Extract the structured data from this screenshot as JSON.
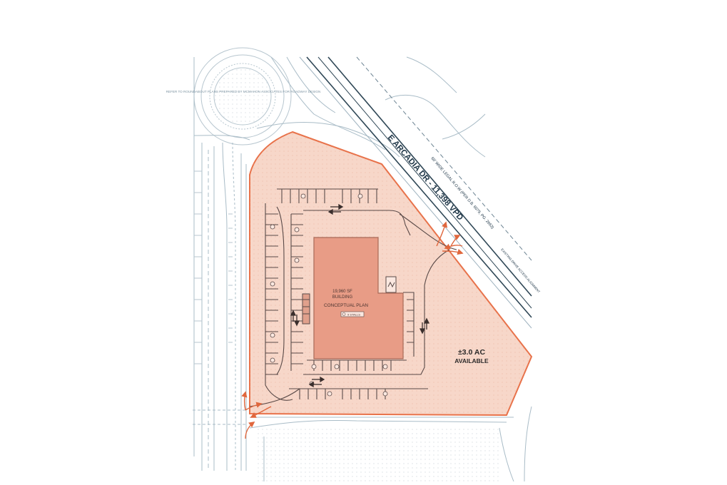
{
  "labels": {
    "road_name": "E ARCADIA DR - 11,398 VPD",
    "row_note": "60' WIDE LEGAL R.O.W (PER D.B. 6079, PG. 2663)",
    "offsite_note": "REFER TO ROUNDABOUT PLANS PREPARED BY MCMAHON ASSOCIATES FOR ROADWAY DESIGN",
    "side_note": "EXISTING DRIVE ACCESS ALIGNMENT",
    "building_size": "19,960 SF",
    "building_word": "BUILDING",
    "building_plan": "CONCEPTUAL PLAN",
    "stalls": "9 STALLS",
    "acreage": "±3.0 AC",
    "availability": "AVAILABLE"
  },
  "colors": {
    "site_fill": "#f7d7c9",
    "site_outline": "#e8724a",
    "building_fill": "#e89c86",
    "building_outline": "#a86a58",
    "linework": "#9fb3bf",
    "road_lines": "#2f4756",
    "parking_lines": "#5a4a48",
    "arrow": "#e0673d"
  },
  "icons": [
    "arrow-icon",
    "stall-icon",
    "compass-icon"
  ]
}
